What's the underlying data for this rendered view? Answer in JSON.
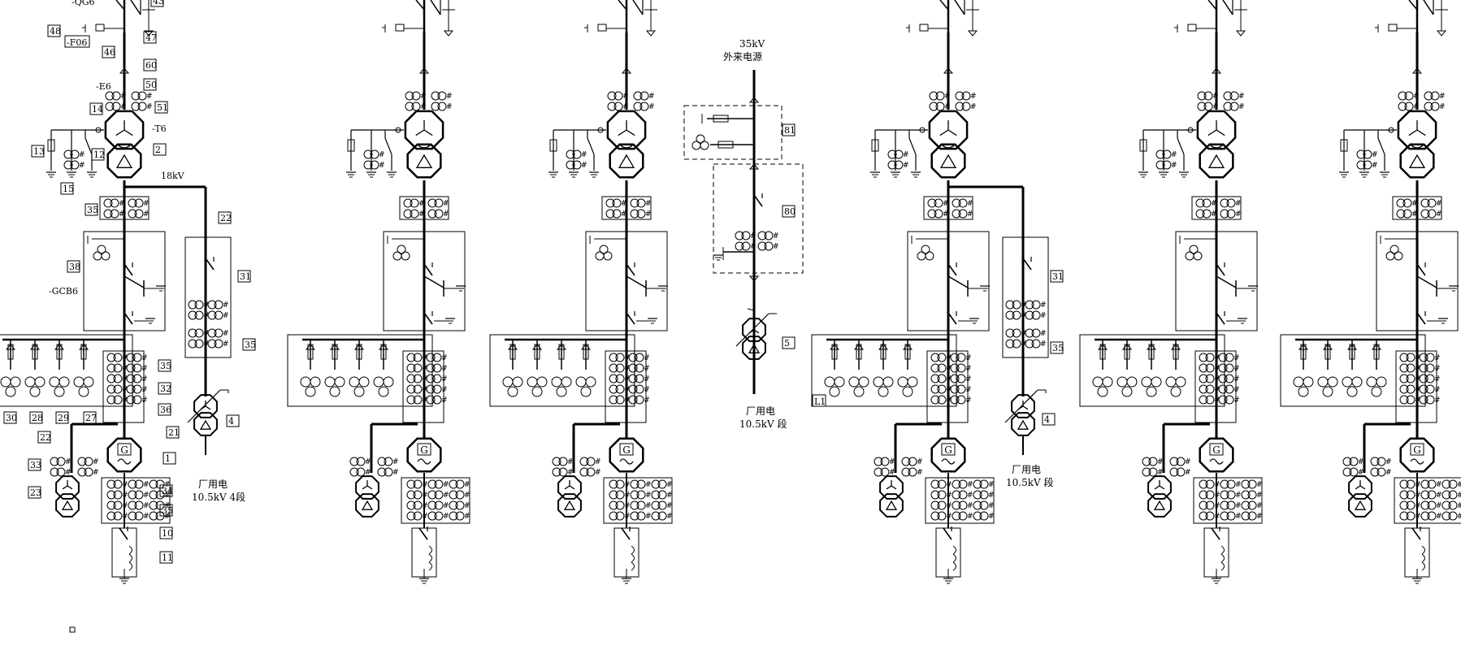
{
  "diagram": {
    "main_bays_count": 7,
    "unit1": {
      "tags": {
        "qg": "-QG6",
        "t43": "43",
        "t48": "48",
        "t46": "46",
        "f06": "-F06",
        "t47": "47",
        "t60": "60",
        "e6": "-E6",
        "t50": "50",
        "t51": "51",
        "t14": "14",
        "t6": "-T6",
        "t2": "2",
        "t13": "13",
        "t12": "12",
        "t15": "15",
        "v18": "18kV",
        "t35a": "35",
        "t22a": "22",
        "t38": "38",
        "gcb": "-GCB6",
        "t31": "31",
        "t35b": "35",
        "t35c": "35",
        "t32": "32",
        "t36": "36",
        "t30": "30",
        "t28": "28",
        "t29": "29",
        "t27": "27",
        "t21": "21",
        "t22b": "22",
        "t4": "4",
        "t1": "1",
        "t33": "33",
        "t34": "34",
        "t35d": "35",
        "t23": "23",
        "t10": "10",
        "t11": "11",
        "aux1": "厂用电",
        "aux2": "10.5kV 4段"
      }
    },
    "external": {
      "v35": "35kV",
      "src": "外来电源",
      "t81": "81",
      "t80": "80",
      "t5": "5",
      "aux1": "厂用电",
      "aux2": "10.5kV 段"
    },
    "unit5": {
      "t31": "31",
      "t35": "35",
      "t4": "4",
      "l1": "L1",
      "aux1": "厂用电",
      "aux2": "10.5kV 段"
    },
    "glyphs": {
      "gen": "G",
      "hash": "#"
    }
  }
}
